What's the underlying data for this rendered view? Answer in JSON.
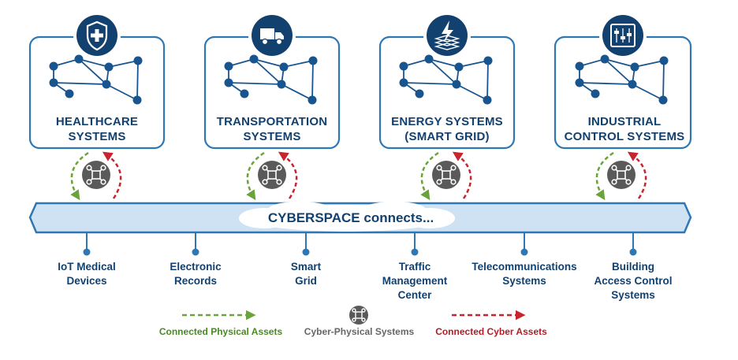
{
  "systems": [
    {
      "label": "HEALTHCARE\nSYSTEMS",
      "icon": "medical-shield-icon"
    },
    {
      "label": "TRANSPORTATION\nSYSTEMS",
      "icon": "truck-icon"
    },
    {
      "label": "ENERGY SYSTEMS\n(SMART GRID)",
      "icon": "lightning-stack-icon"
    },
    {
      "label": "INDUSTRIAL\nCONTROL SYSTEMS",
      "icon": "control-panel-icon"
    }
  ],
  "banner": {
    "text": "CYBERSPACE connects..."
  },
  "connections": [
    {
      "label": "IoT Medical\nDevices"
    },
    {
      "label": "Electronic\nRecords"
    },
    {
      "label": "Smart\nGrid"
    },
    {
      "label": "Traffic\nManagement\nCenter"
    },
    {
      "label": "Telecommunications\nSystems"
    },
    {
      "label": "Building\nAccess Control\nSystems"
    }
  ],
  "legend": {
    "physical": "Connected Physical Assets",
    "cps": "Cyber-Physical Systems",
    "cyber": "Connected Cyber Assets"
  },
  "colors": {
    "navy": "#12406f",
    "box_border": "#2e77b3",
    "node": "#18558f",
    "banner_fill": "#cfe2f3",
    "green": "#6aa33b",
    "red": "#c8232f",
    "cps_gray": "#5a5a5a",
    "legend_gray": "#777777"
  }
}
